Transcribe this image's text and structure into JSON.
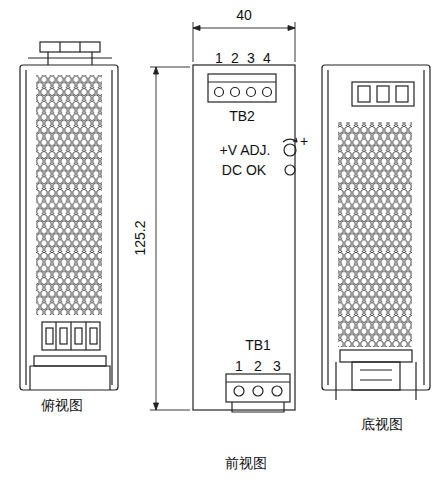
{
  "diagram": {
    "labels": [
      "40",
      "125.2",
      "1",
      "2",
      "3",
      "4",
      "TB2",
      "+V ADJ.",
      "+",
      "DC OK",
      "TB1",
      "1",
      "2",
      "3",
      "俯视图",
      "前视图",
      "底视图"
    ]
  }
}
